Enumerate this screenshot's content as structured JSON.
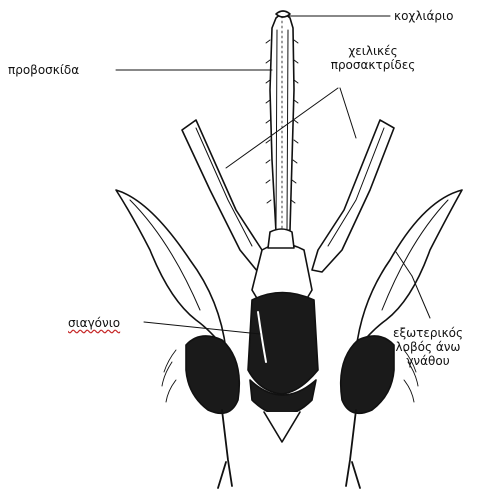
{
  "figure": {
    "labels": {
      "kochliario": "κοχλιάριο",
      "proboskida": "προβοσκίδα",
      "cheilikes_line1": "χειλικές",
      "cheilikes_line2": "προσακτρίδες",
      "siagonio": "σιαγόνιο",
      "exoterikos_line1": "εξωτερικός",
      "exoterikos_line2": "λοβός άνω",
      "exoterikos_line3": "γνάθου"
    }
  }
}
